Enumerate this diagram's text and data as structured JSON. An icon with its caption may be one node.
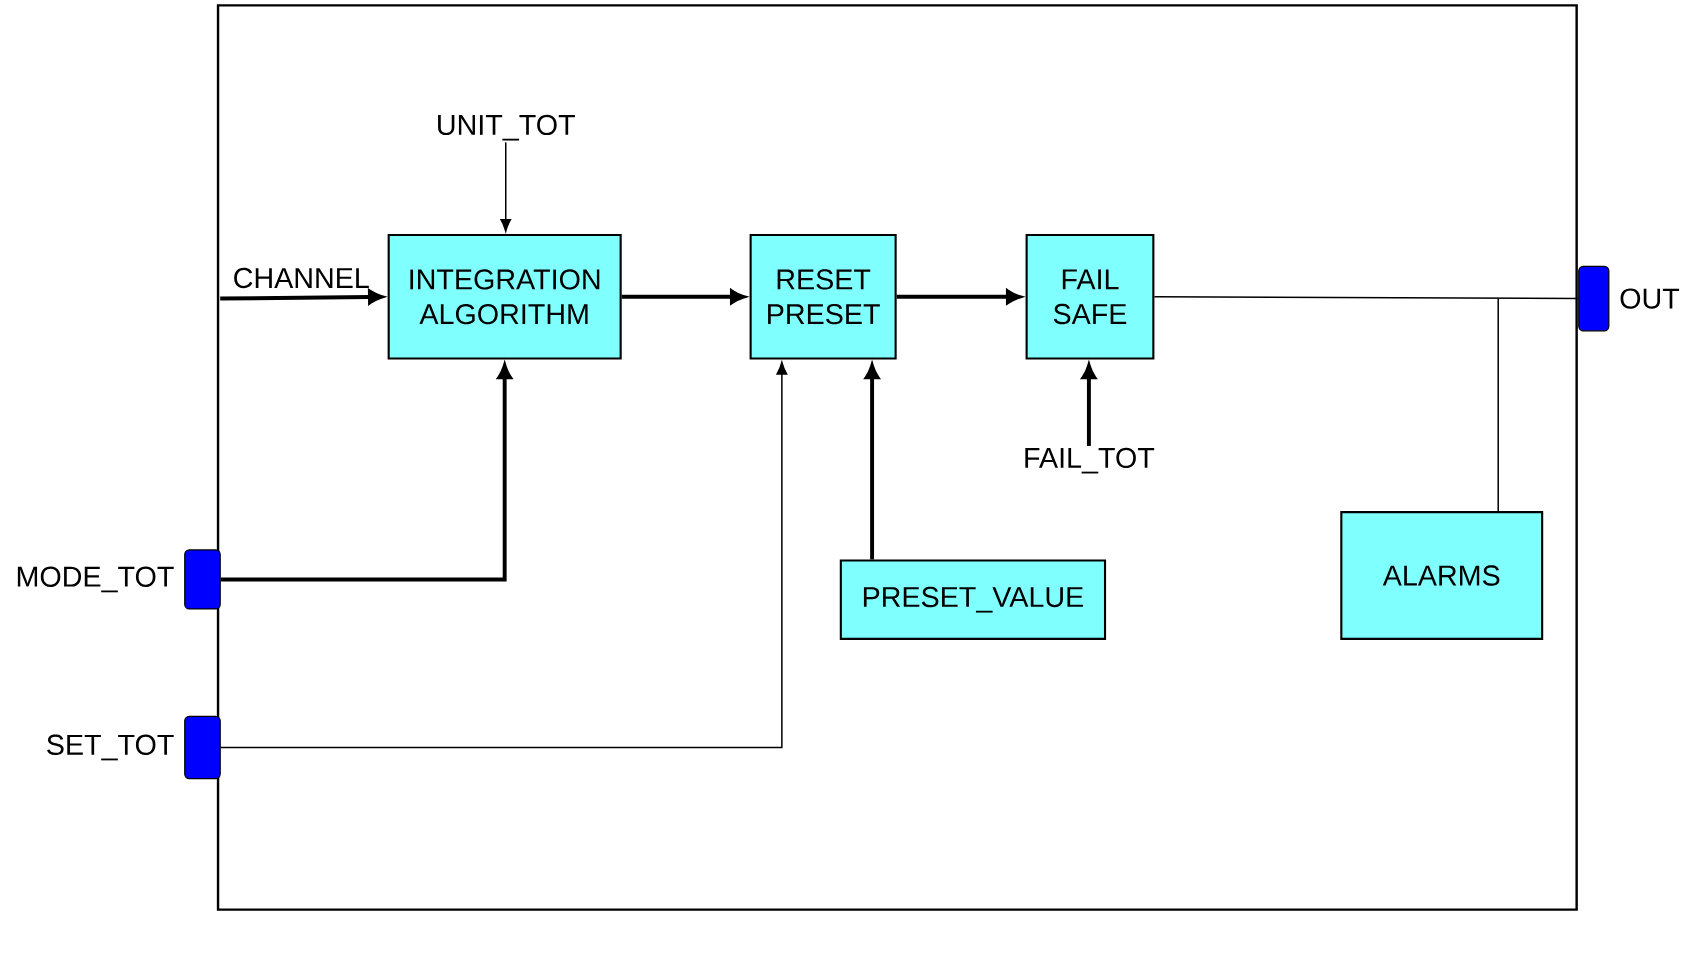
{
  "diagram": {
    "nodes": [
      {
        "text": [],
        "shape": "box"
      },
      {
        "text": [
          "UNIT_TOT"
        ],
        "in": 0
      },
      {
        "text": [
          "INTEGRATION ALGORITHM"
        ],
        "in": 0
      },
      {
        "text": [
          "RESET PRESET"
        ],
        "in": 0
      },
      {
        "text": [
          "FAIL SAFE"
        ],
        "in": 0
      },
      {
        "text": [],
        "shape": "box",
        "beside": [
          "OUT"
        ]
      },
      {
        "text": [],
        "shape": "box",
        "beside": [
          "MODE_TOT"
        ]
      },
      {
        "text": [
          "FAIL_TOT"
        ],
        "in": 0
      },
      {
        "text": [
          "PRESET_VALUE"
        ],
        "in": 0
      },
      {
        "text": [
          "ALARMS"
        ],
        "in": 0
      },
      {
        "text": [],
        "shape": "box",
        "beside": [
          "SET_TOT"
        ]
      }
    ],
    "edges": [
      {
        "from": 1,
        "to": 2,
        "arrow": "to"
      },
      {
        "from": null,
        "to": 2,
        "arrow": "to",
        "label": "CHANNEL"
      },
      {
        "from": 2,
        "to": 3,
        "arrow": "to"
      },
      {
        "from": 3,
        "to": 4,
        "arrow": "to"
      },
      {
        "from": 4,
        "to": 5,
        "arrow": "none"
      },
      {
        "from": 6,
        "to": 2,
        "arrow": "to"
      },
      {
        "from": 10,
        "to": 3,
        "arrow": "to"
      },
      {
        "from": 8,
        "to": 3,
        "arrow": "to"
      },
      {
        "from": 7,
        "to": 4,
        "arrow": "to"
      },
      {
        "from": 9,
        "to": 5,
        "arrow": "none"
      }
    ]
  }
}
